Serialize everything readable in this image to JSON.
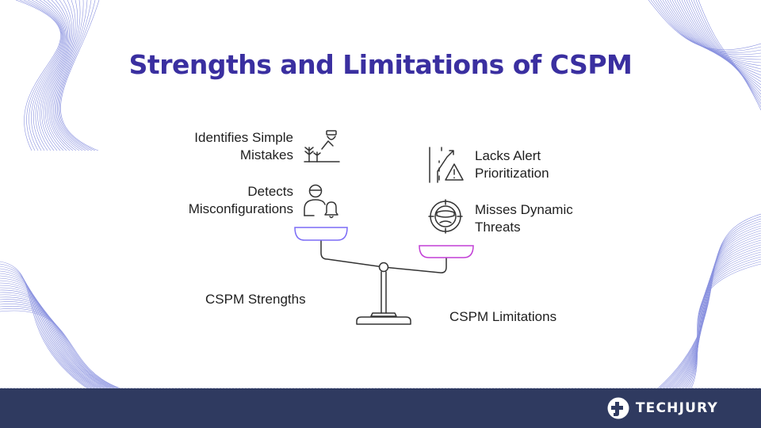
{
  "title": "Strengths and Limitations of CSPM",
  "strengths": {
    "label": "CSPM Strengths",
    "items": [
      {
        "line1": "Identifies Simple",
        "line2": "Mistakes",
        "icon": "person-plant-icon"
      },
      {
        "line1": "Detects",
        "line2": "Misconfigurations",
        "icon": "person-bell-icon"
      }
    ]
  },
  "limitations": {
    "label": "CSPM Limitations",
    "items": [
      {
        "line1": "Lacks Alert",
        "line2": "Prioritization",
        "icon": "split-path-warning-icon"
      },
      {
        "line1": "Misses Dynamic",
        "line2": "Threats",
        "icon": "crosshair-face-icon"
      }
    ]
  },
  "footer": {
    "brand": "TECHJURY",
    "logo_icon": "techjury-logo-icon"
  },
  "colors": {
    "title": "#3a2fa0",
    "strength_pan": "#7b6cf6",
    "limitation_pan": "#c23fd6",
    "footer_bg": "#2f3a60",
    "deco_lines": "#6e78d8",
    "text": "#1f1f1f"
  }
}
